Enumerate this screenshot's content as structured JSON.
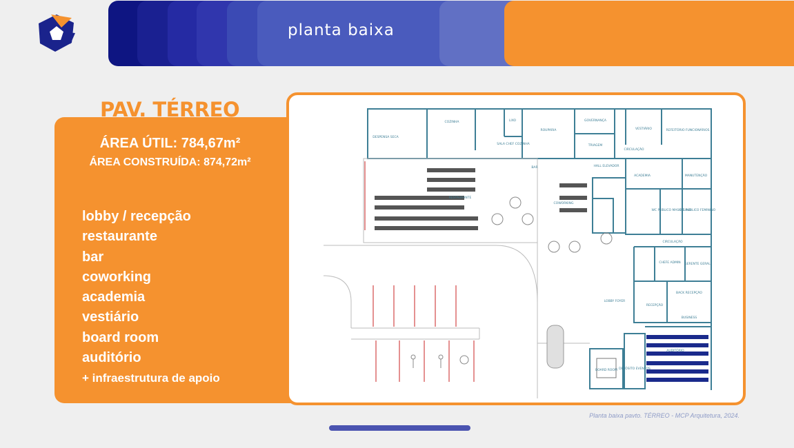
{
  "header": {
    "title": "planta baixa"
  },
  "left": {
    "heading": "PAV. TÉRREO",
    "area_util": "ÁREA ÚTIL: 784,67m²",
    "area_construida": "ÁREA CONSTRUÍDA: 874,72m²",
    "features": [
      "lobby / recepção",
      "restaurante",
      "bar",
      "coworking",
      "academia",
      "vestiário",
      "board room",
      "auditório",
      "+ infraestrutura de apoio"
    ]
  },
  "plan_labels": {
    "despensa": "DESPENSA SECA",
    "cozinha": "COZINHA",
    "lixo": "LIXO",
    "rouparia": "ROUPARIA",
    "governanca": "GOVERNANÇA",
    "triagem": "TRIAGEM",
    "chef": "SALA CHEF COZINHA",
    "vestiario": "VESTIÁRIO",
    "refeitorio": "REFEITÓRIO FUNCIONÁRIOS",
    "circulacao1": "CIRCULAÇÃO",
    "bar": "BAR",
    "hall": "HALL ELEVADOR",
    "restaurante": "RESTAURANTE",
    "coworking": "COWORKING",
    "academia": "ACADEMIA",
    "manutencao": "MANUTENÇÃO",
    "wc_masc": "WC PÚBLICO MASCULINO",
    "wc_fem": "WC PÚBLICO FEMININO",
    "circulacao2": "CIRCULAÇÃO",
    "chefe": "CHEFE ADMIN",
    "gerente": "GERENTE GERAL",
    "back": "BACK RECEPÇÃO",
    "business": "BUSINESS",
    "lobby": "LOBBY FOYER",
    "recepcao": "RECEPÇÃO",
    "auditorio": "AUDITÓRIO",
    "board": "BOARD ROOM",
    "deposito": "DEPÓSITO EVENTOS"
  },
  "caption": "Planta baixa pavto. TÉRREO - MCP Arquitetura, 2024.",
  "colors": {
    "orange": "#f5922f",
    "navy": "#0e1582",
    "blue": "#4a5bbd",
    "plan_wall": "#3d7e95"
  }
}
